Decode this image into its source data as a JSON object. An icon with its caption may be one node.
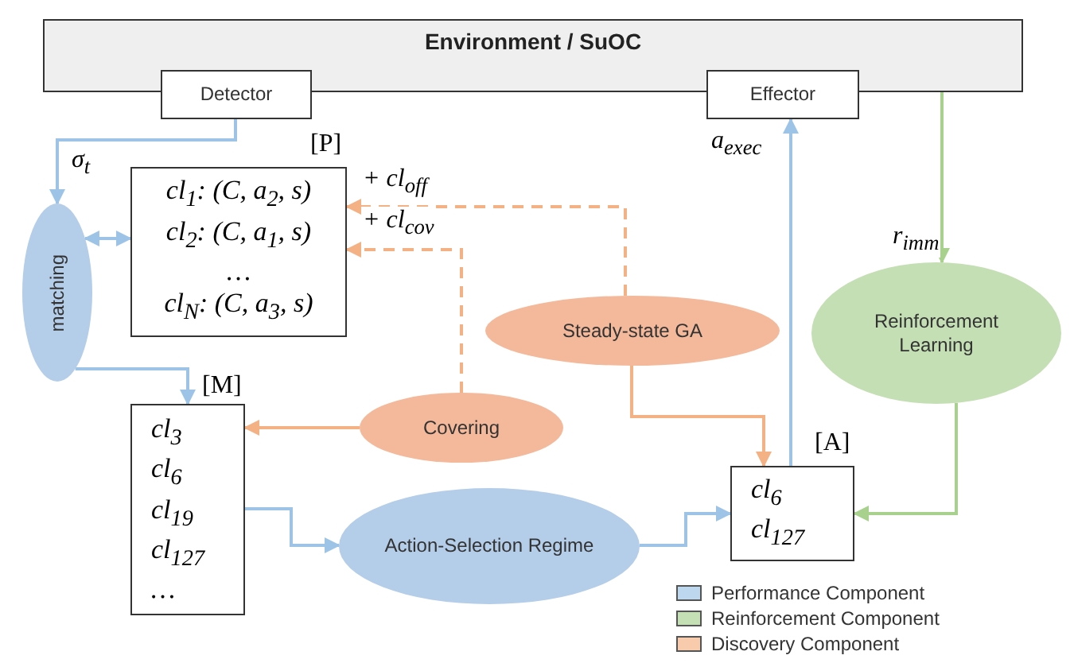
{
  "diagram": {
    "nodes": [
      {
        "text": [
          "Environment / SuOC"
        ]
      },
      {
        "text": [
          "Detector"
        ]
      },
      {
        "text": [
          "Effector"
        ]
      },
      {
        "text": [
          "cl$_{1}$: (C, a$_{2}$, s)",
          "cl$_{2}$: (C, a$_{1}$, s)",
          "…",
          "cl$_{N}$: (C, a$_{3}$, s)"
        ],
        "beside": [
          "[P]"
        ]
      },
      {
        "text": [
          "matching"
        ]
      },
      {
        "text": [
          "cl$_{3}$",
          "cl$_{6}$",
          "cl$_{19}$",
          "cl$_{127}$",
          "…"
        ],
        "beside": [
          "[M]"
        ]
      },
      {
        "text": [
          "Steady-state GA"
        ]
      },
      {
        "text": [
          "Reinforcement Learning"
        ]
      },
      {
        "text": [
          "Covering"
        ]
      },
      {
        "text": [
          "Action-Selection Regime"
        ]
      },
      {
        "text": [
          "cl$_{6}$",
          "cl$_{127}$"
        ],
        "beside": [
          "[A]"
        ]
      }
    ],
    "edges": [
      {
        "from": 1,
        "to": 4,
        "arrow": "to",
        "label": "σ$_{t}$"
      },
      {
        "from": 4,
        "to": 3,
        "arrow": "both"
      },
      {
        "from": 4,
        "to": 5,
        "arrow": "to"
      },
      {
        "from": 5,
        "to": 9,
        "arrow": "to"
      },
      {
        "from": 9,
        "to": 10,
        "arrow": "to"
      },
      {
        "from": 10,
        "to": 2,
        "arrow": "to",
        "label": "a$_{exec}$"
      },
      {
        "from": 0,
        "to": 7,
        "arrow": "to",
        "label": "r$_{imm}$",
        "color": "#a9d18e"
      },
      {
        "from": 7,
        "to": 10,
        "arrow": "to",
        "color": "#a9d18e"
      },
      {
        "from": 6,
        "to": 3,
        "arrow": "to",
        "label": "+ cl$_{off}$",
        "style": "dashed",
        "color": "#f4b183"
      },
      {
        "from": 8,
        "to": 3,
        "arrow": "to",
        "label": "+ cl$_{cov}$",
        "style": "dashed",
        "color": "#f4b183"
      },
      {
        "from": 8,
        "to": 5,
        "arrow": "to",
        "color": "#f4b183"
      },
      {
        "from": 6,
        "to": 10,
        "arrow": "to",
        "color": "#f4b183"
      }
    ],
    "legend": [
      {
        "text": "Performance Component",
        "color": "#bdd7ee"
      },
      {
        "text": "Reinforcement Component",
        "color": "#c5e0b4"
      },
      {
        "text": "Discovery Component",
        "color": "#f8cbad"
      }
    ]
  }
}
